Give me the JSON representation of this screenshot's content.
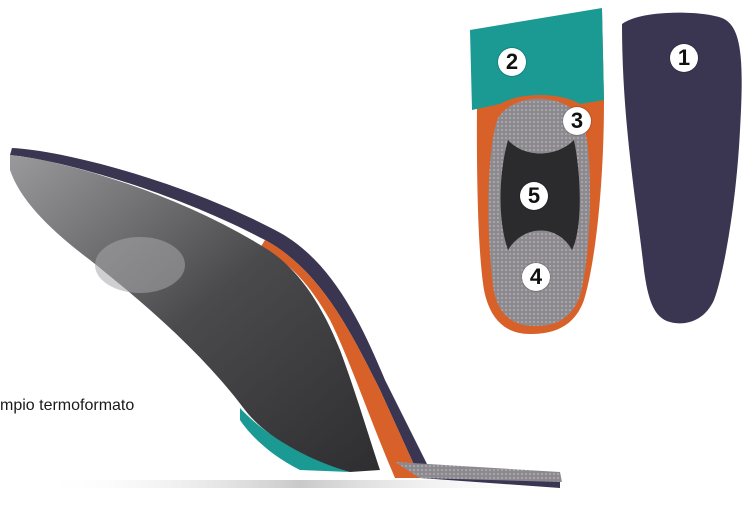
{
  "caption": "mpio termoformato",
  "labels": [
    "1",
    "2",
    "3",
    "4",
    "5"
  ],
  "colors": {
    "top_cover": "#3a3551",
    "teal": "#1a9a93",
    "orange": "#d8612a",
    "grey_pad": "#8c8a8f",
    "dark_core": "#2b2a2c"
  }
}
